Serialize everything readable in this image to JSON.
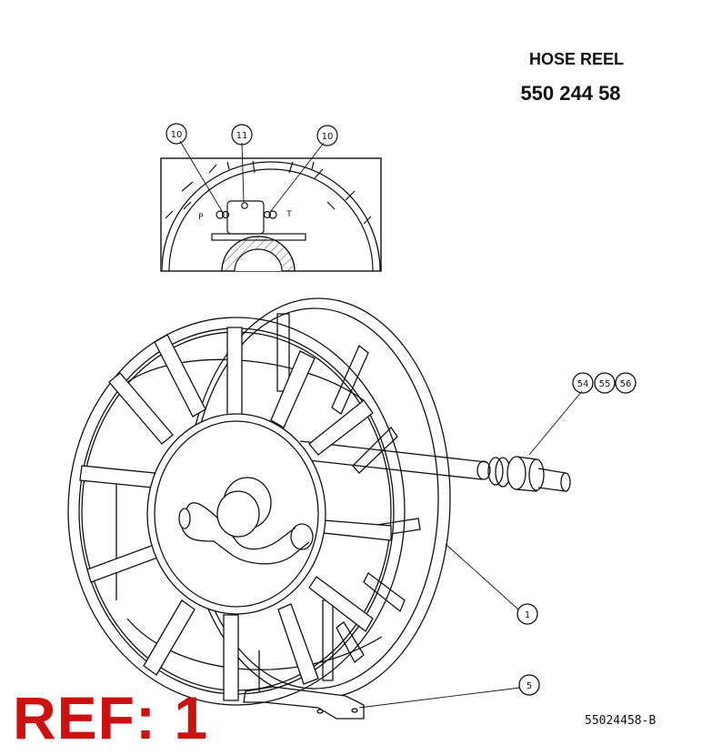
{
  "header": {
    "title": "HOSE REEL",
    "part_number": "550 244 58"
  },
  "drawing_id": "55024458-B",
  "reference": "REF: 1",
  "detail": {
    "labels": {
      "left": "P",
      "right": "T"
    },
    "callouts": [
      "10",
      "11",
      "10"
    ]
  },
  "callouts": {
    "reel": "1",
    "base": "5",
    "swivel": [
      "54",
      "55",
      "56"
    ]
  }
}
